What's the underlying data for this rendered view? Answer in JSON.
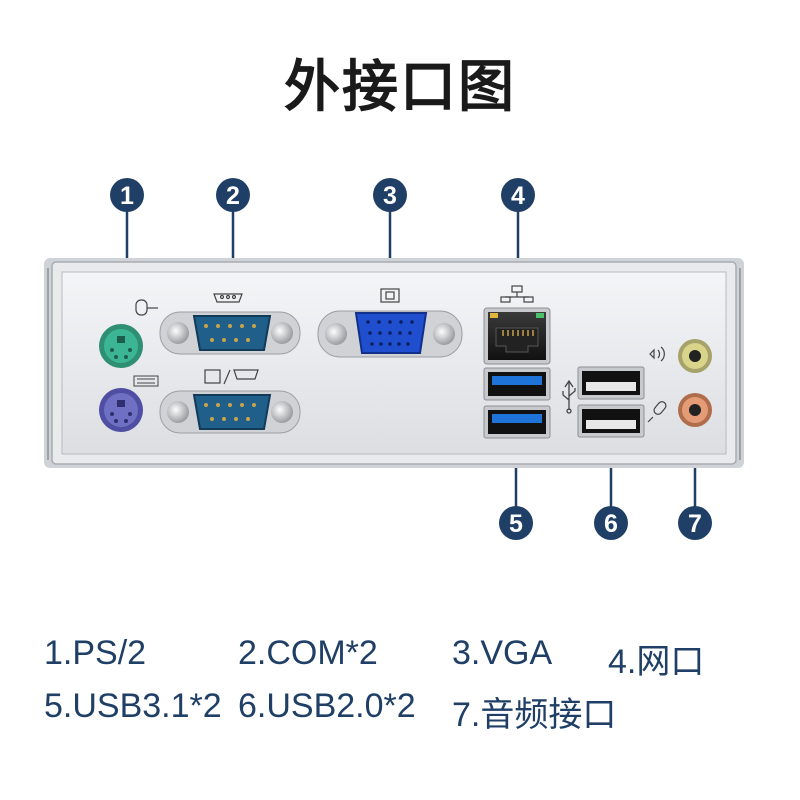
{
  "title": "外接口图",
  "callouts": [
    "1",
    "2",
    "3",
    "4",
    "5",
    "6",
    "7"
  ],
  "legend": [
    [
      "1.PS/2",
      "2.COM*2",
      "3.VGA",
      "4.网口"
    ],
    [
      "5.USB3.1*2",
      "6.USB2.0*2",
      "7.音频接口"
    ]
  ],
  "colors": {
    "callout": "#1f3f66",
    "legend_text": "#1f3f66",
    "bracket": "#e8eaed",
    "ps2_mouse": "#3cb594",
    "ps2_keyboard": "#6f6fc4",
    "serial": "#1f5f8a",
    "vga": "#1f4fcf",
    "usb3": "#1e74d8",
    "audio_line_out": "#c9c46c",
    "audio_mic": "#d99068"
  },
  "icons": [
    "mouse-icon",
    "serial-port-icon",
    "monitor-icon",
    "keyboard-icon",
    "network-icon",
    "usb-icon",
    "line-out-icon",
    "microphone-icon"
  ]
}
